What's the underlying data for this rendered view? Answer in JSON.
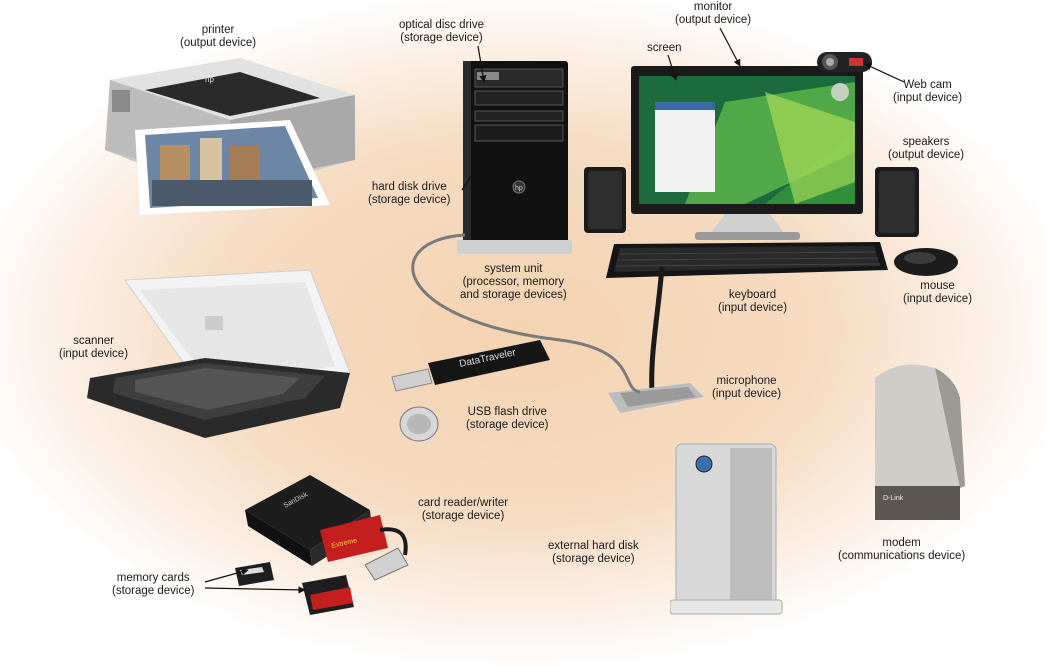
{
  "labels": {
    "printer": {
      "name": "printer",
      "type": "(output device)"
    },
    "optical": {
      "name": "optical disc drive",
      "type": "(storage device)"
    },
    "monitor": {
      "name": "monitor",
      "type": "(output device)"
    },
    "screen": {
      "name": "screen"
    },
    "webcam": {
      "name": "Web cam",
      "type": "(input device)"
    },
    "speakers": {
      "name": "speakers",
      "type": "(output device)"
    },
    "harddisk": {
      "name": "hard disk drive",
      "type": "(storage device)"
    },
    "systemunit": {
      "name": "system unit",
      "line2": "(processor, memory",
      "line3": "and storage devices)"
    },
    "keyboard": {
      "name": "keyboard",
      "type": "(input device)"
    },
    "mouse": {
      "name": "mouse",
      "type": "(input device)"
    },
    "scanner": {
      "name": "scanner",
      "type": "(input device)"
    },
    "microphone": {
      "name": "microphone",
      "type": "(input device)"
    },
    "usb": {
      "name": "USB flash drive",
      "type": "(storage device)"
    },
    "cardreader": {
      "name": "card reader/writer",
      "type": "(storage device)"
    },
    "exthdd": {
      "name": "external hard disk",
      "type": "(storage device)"
    },
    "modem": {
      "name": "modem",
      "type": "(communications device)"
    },
    "memorycards": {
      "name": "memory cards",
      "type": "(storage device)"
    }
  },
  "product_text": {
    "printer_logo": "hp",
    "tower_logo": "hp",
    "usb_brand": "DataTraveler",
    "modem_brand": "D-Link",
    "card_brand": "SanDisk",
    "card_extreme": "Extreme"
  },
  "colors": {
    "background": "#f3d3b2",
    "device_dark": "#1c1c1c",
    "device_silver": "#d8d8d8",
    "screen_green": "#2f8f3a"
  }
}
